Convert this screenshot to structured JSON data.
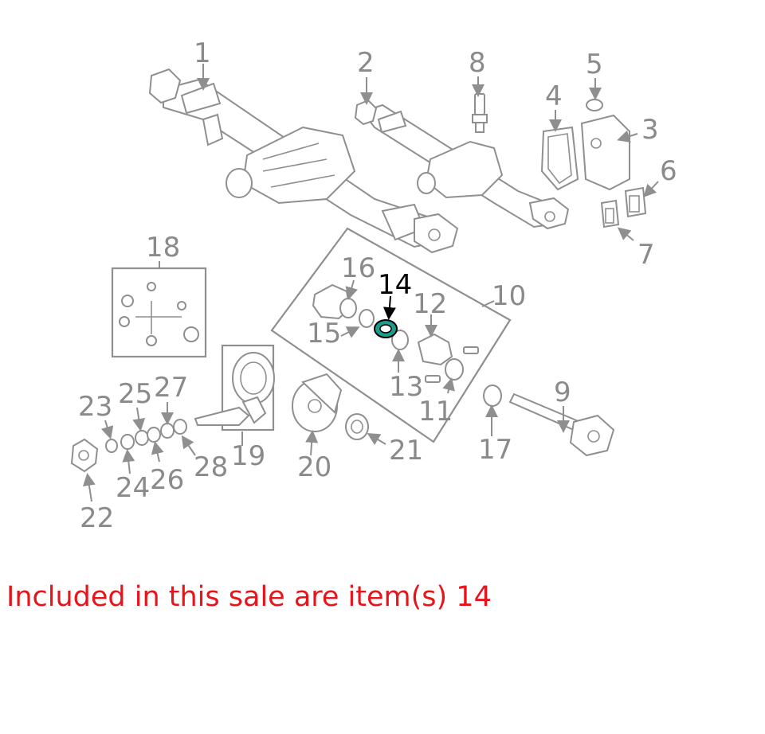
{
  "diagram": {
    "callouts": [
      "1",
      "2",
      "3",
      "4",
      "5",
      "6",
      "7",
      "8",
      "9",
      "10",
      "11",
      "12",
      "13",
      "14",
      "15",
      "16",
      "17",
      "18",
      "19",
      "20",
      "21",
      "22",
      "23",
      "24",
      "25",
      "26",
      "27",
      "28"
    ],
    "highlighted": "14",
    "highlight_color": "#1a9e8c",
    "line_color": "#8f8f8f"
  },
  "sale": {
    "text": "Included in this sale are item(s) 14",
    "color": "#e8141b"
  }
}
